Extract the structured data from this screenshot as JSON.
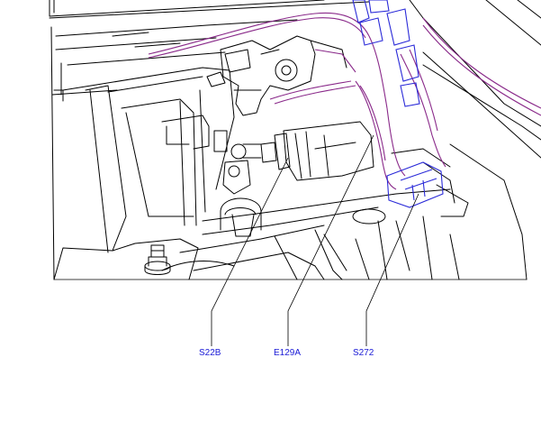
{
  "diagram": {
    "callouts": [
      {
        "id": "s22b",
        "label": "S22B"
      },
      {
        "id": "e129a",
        "label": "E129A"
      },
      {
        "id": "s272",
        "label": "S272"
      }
    ],
    "colors": {
      "line": "#000000",
      "harness": "#8a2a8a",
      "connector": "#2a2ad8",
      "label": "#1a1ad6"
    }
  }
}
